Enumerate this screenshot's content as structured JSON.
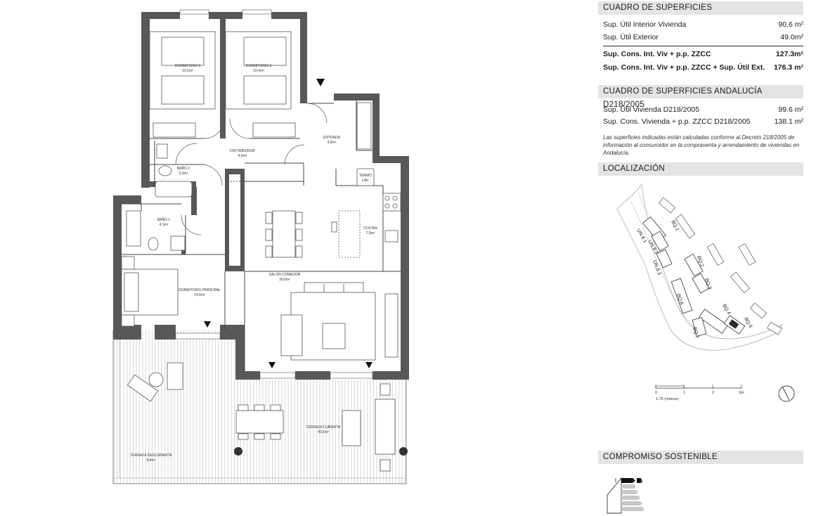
{
  "rooms": {
    "dormitorio2": {
      "name": "DORMITORIO 2",
      "area": "10,5m²"
    },
    "dormitorio3": {
      "name": "DORMITORIO 3",
      "area": "10,4m²"
    },
    "distribuidor": {
      "name": "DISTRIBUIDOR",
      "area": "4,6m²"
    },
    "entrada": {
      "name": "ENTRADA",
      "area": "4,9m²"
    },
    "bano2": {
      "name": "BAÑO 2",
      "area": "3,0m²"
    },
    "termo": {
      "line1": "TERMO",
      "line2": "LAV."
    },
    "bano1": {
      "name": "BAÑO 1",
      "area": "4,1m²"
    },
    "cocina": {
      "name": "COCINA",
      "area": "7,9m²"
    },
    "salon": {
      "name": "SALON COMEDOR",
      "area": "30,6m²"
    },
    "dormitorio_principal": {
      "name": "DORMITORIO PRINCIPAL",
      "area": "14,6m²"
    },
    "terraza_cubierta": {
      "name": "TERRAZA CUBIERTA",
      "area": "40,6m²"
    },
    "terraza_descubierta": {
      "name": "TERRAZA DESCUBIERTA",
      "area": "8,4m²"
    }
  },
  "superficies": {
    "title": "CUADRO DE SUPERFICIES",
    "rows": [
      {
        "label": "Sup. Útil Interior Vivienda",
        "value": "90.6 m²"
      },
      {
        "label": "Sup. Útil Exterior",
        "value": "49.0m²"
      },
      {
        "label": "Sup. Cons. Int. Viv + p.p. ZZCC",
        "value": "127.3m²"
      },
      {
        "label": "Sup. Cons. Int. Viv + p.p. ZZCC + Sup. Útil Ext.",
        "value": "176.3 m²"
      }
    ]
  },
  "andalucia": {
    "title": "CUADRO DE SUPERFICIES ANDALUCÍA D218/2005",
    "rows": [
      {
        "label": "Sup. Útil Vivienda D218/2005",
        "value": "99.6 m²"
      },
      {
        "label": "Sup. Cons. Vivienda + p.p. ZZCC D218/2005",
        "value": "138.1 m²"
      }
    ],
    "note": "Las superficies indicadas están calculadas conforme al Decreto 218/2005 de información al consumidor en la compraventa y arrendamiento de viviendas en Andalucía."
  },
  "localizacion": {
    "title": "LOCALIZACIÓN",
    "blocks": [
      "BQ.1",
      "UN.8.1",
      "UN.8.2",
      "UN.8.3",
      "BQ.2",
      "BQ.3",
      "BQ.4",
      "BQ.5",
      "BQ.6",
      "BQ.7"
    ]
  },
  "scale": {
    "label": "1:75 (metros)",
    "ticks": [
      "0",
      "1",
      "2",
      "3m"
    ]
  },
  "compromiso": {
    "title": "COMPROMISO SOSTENIBLE",
    "rating": "B"
  },
  "colors": {
    "wall": "#58585a",
    "header_bg": "#e4e4e4",
    "highlight_unit": "#2a2a2a"
  }
}
